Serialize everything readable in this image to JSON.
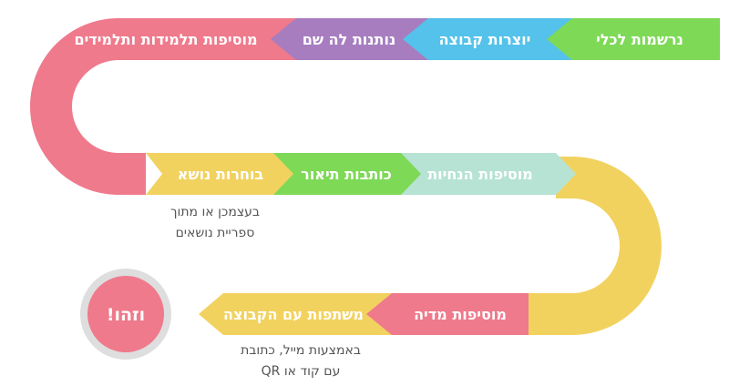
{
  "steps": [
    {
      "label": "נרשמות לכלי",
      "color": "#7ED957"
    },
    {
      "label": "יוצרות קבוצה",
      "color": "#54C2EA"
    },
    {
      "label": "נותנות לה שם",
      "color": "#A77DC0"
    },
    {
      "label": "מוסיפות תלמידות ותלמידים",
      "color": "#EF7A8C"
    },
    {
      "label": "בוחרות נושא",
      "color": "#F2D25F"
    },
    {
      "label": "כותבות תיאור",
      "color": "#7ED957"
    },
    {
      "label": "מוסיפות הנחיות",
      "color": "#B6E3D3"
    },
    {
      "label": "מוסיפות מדיה",
      "color": "#EF7A8C"
    },
    {
      "label": "משתפות עם הקבוצה",
      "color": "#F2D25F"
    }
  ],
  "notes": {
    "topic": [
      "בעצמכן או מתוך",
      "ספריית נושאים"
    ],
    "share": [
      "באמצעות מייל, כתובת",
      "עם קוד או QR"
    ]
  },
  "final": {
    "label": "וזהו!",
    "color": "#EF7A8C",
    "ring": "#DEDEDE"
  },
  "colors": {
    "yellow_curve": "#F2D25F",
    "pink_curve": "#EF7A8C"
  }
}
